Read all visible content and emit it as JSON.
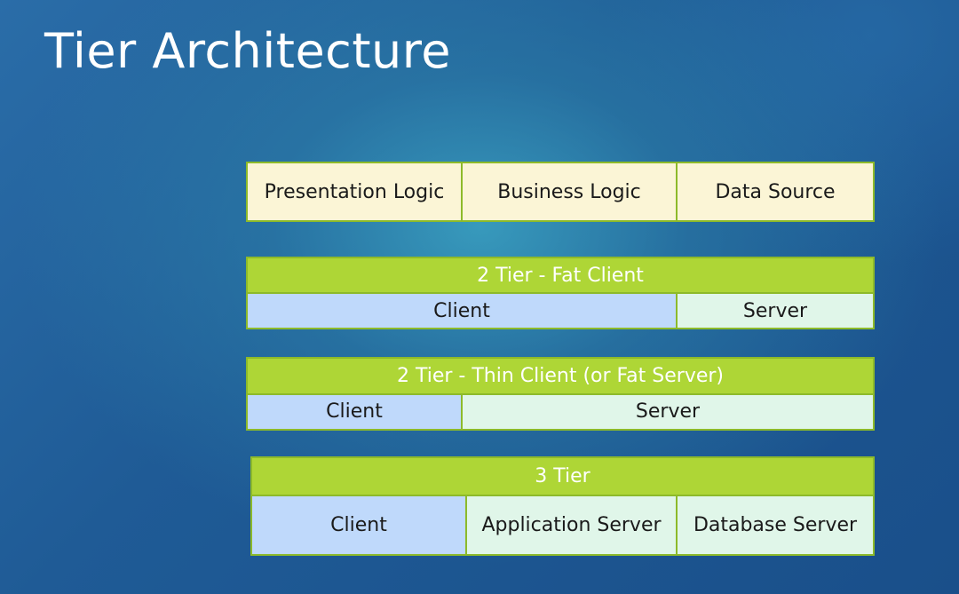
{
  "slide": {
    "title": "Tier Architecture"
  },
  "layers": {
    "presentation": "Presentation Logic",
    "business": "Business Logic",
    "data_source": "Data Source"
  },
  "fat_client": {
    "header": "2 Tier - Fat Client",
    "client": "Client",
    "server": "Server"
  },
  "thin_client": {
    "header": "2 Tier - Thin Client (or Fat Server)",
    "client": "Client",
    "server": "Server"
  },
  "three_tier": {
    "header": "3 Tier",
    "client": "Client",
    "app_server": "Application Server",
    "db_server": "Database Server"
  },
  "colors": {
    "header_green": "#aed636",
    "border_green": "#8dba2a",
    "layer_cream": "#fbf5d6",
    "client_blue": "#bfd9fb",
    "server_mint": "#e0f6e9",
    "background_blue": "#1f5b96"
  }
}
